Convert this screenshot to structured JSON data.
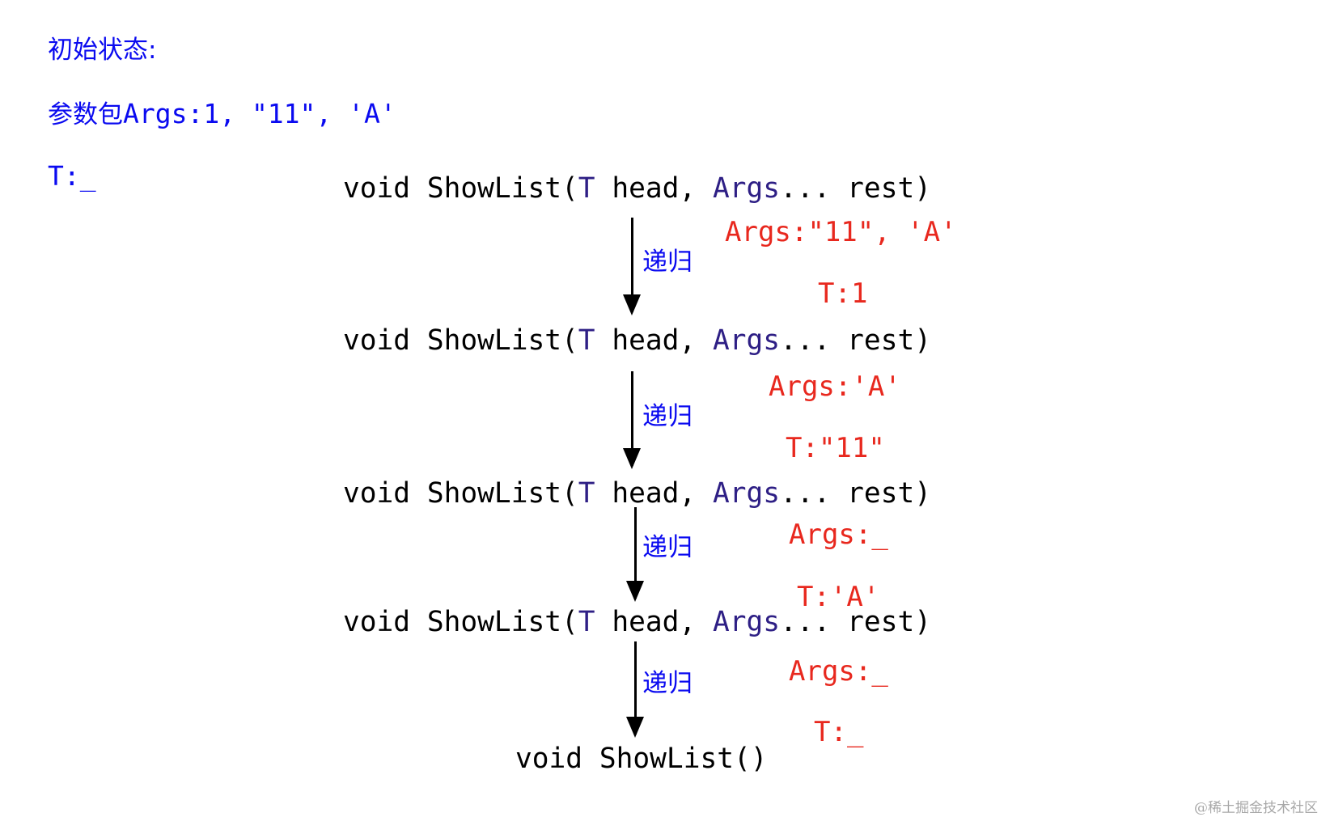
{
  "initial": {
    "title": "初始状态:",
    "pack_prefix": "参数包",
    "pack_value": "Args:1, \"11\", 'A'",
    "t_value": "T:_"
  },
  "signature": {
    "prefix": "void ShowList(",
    "t": "T",
    "mid": " head, ",
    "args": "Args",
    "suffix": "... rest)"
  },
  "base_case": "void ShowList()",
  "recursion_label": "递归",
  "steps": [
    {
      "args": "Args:\"11\", 'A'",
      "t": "T:1"
    },
    {
      "args": "Args:'A'",
      "t": "T:\"11\""
    },
    {
      "args": "Args:_",
      "t": "T:'A'"
    },
    {
      "args": "Args:_",
      "t": "T:_"
    }
  ],
  "watermark": "@稀土掘金技术社区",
  "colors": {
    "blue": "#0a0af0",
    "type": "#2e1f85",
    "red": "#e8281e",
    "text": "#000000"
  }
}
